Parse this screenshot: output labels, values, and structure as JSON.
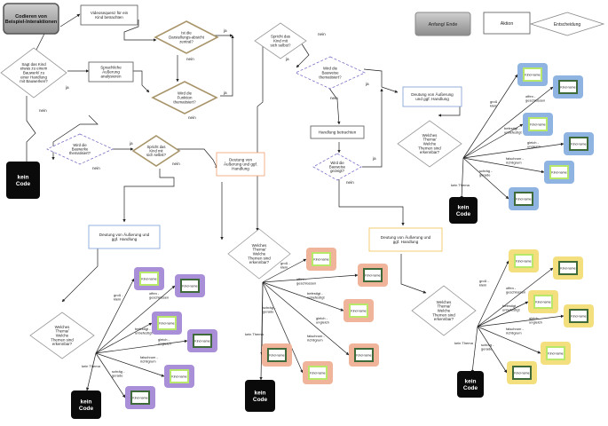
{
  "start_node": "Codieren von Beispiel-Interaktionen",
  "legend": {
    "start_end": "Anfang/ Ende",
    "action": "Aktion",
    "decision": "Entscheidung"
  },
  "nodes": {
    "video": "Videosequenz für ein Kind betrachten",
    "q_bauwerk": "Sagt das Kind etwas zu einem Bauwerk/ zu einer Handlung mit Bauwerken?",
    "sprachliche": "Sprachliche Äußerung analysieren",
    "q_darstellung": "Ist die Darstellungs-absicht zentral?",
    "q_funktion": "Wird die Funktion thematisiert?",
    "q_spricht1": "Spricht das Kind mit sich selbst?",
    "q_bauweise1": "Wird die Bauweise thematisiert?",
    "handlung": "Handlung betrachten",
    "q_bauweise2": "Wird die Bauweise gezeigt?",
    "q_bauwerke_them": "Wird die Bauwerke thematisiert?",
    "q_spricht2": "Spricht das Kind mit sich selbst?",
    "deutung_mid": "Deutung von Äußerung und ggf. Handlung",
    "deutung_left": "Deutung von Äußerung und ggf. Handlung",
    "deutung_tr": "Deutung von Äußerung und ggf. Handlung",
    "deutung_br": "Deutung von Äußerung und ggf. Handlung",
    "welches_left": "Welches Thema/ Welche Themen sind erkennbar?",
    "welches_mid": "Welches Thema/ Welche Themen sind erkennbar?",
    "welches_tr": "Welches Thema/ Welche Themen sind erkennbar?",
    "welches_br": "Welches Thema/ Welche Themen sind erkennbar?",
    "kein_code": "kein Code"
  },
  "kind_name": "Kind-name",
  "edge_labels": {
    "ja": "ja",
    "nein": "nein",
    "kein_thema": "kein Thema"
  },
  "themes": {
    "gross_klein": "groß - klein",
    "offen_geschlossen": "offen - geschlossen",
    "befestigt_unbefestigt": "befestigt - unbefestigt",
    "gleich_ungleich": "gleich - ungleich",
    "falschrum_richtigrum": "falschrum - richtigrum",
    "schraeg_gerade": "schräg - gerade"
  },
  "colors": {
    "purple": "#a98fd8",
    "orange": "#f0b49a",
    "blue": "#8fb4e2",
    "yellow": "#f3df7e",
    "dark_green": "#3f6a3a",
    "light_green": "#b7e86a",
    "decision_border": "#a8956a",
    "decision_border_blue": "#7b72c8"
  }
}
